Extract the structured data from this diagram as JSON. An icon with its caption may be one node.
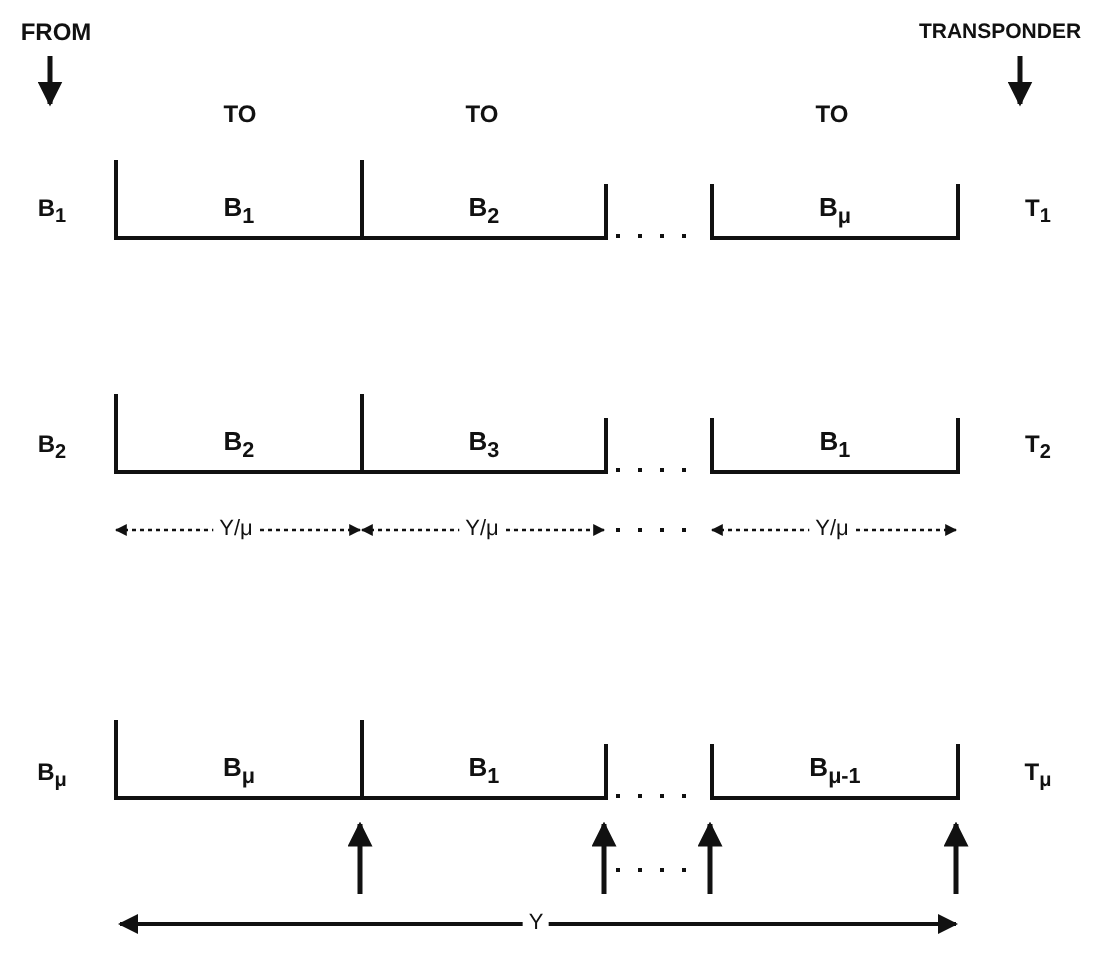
{
  "diagram": {
    "nodes": [
      {
        "text": [
          "B$_{1}$"
        ]
      },
      {
        "text": [
          "B$_{2}$"
        ]
      },
      {
        "text": [
          "B$_{μ}$"
        ]
      },
      {
        "text": [
          "B$_{2}$"
        ]
      },
      {
        "text": [
          "B$_{3}$"
        ]
      },
      {
        "text": [
          "B$_{1}$"
        ]
      },
      {
        "text": [
          "B$_{μ}$"
        ]
      },
      {
        "text": [
          "B$_{1}$"
        ]
      },
      {
        "text": [
          "B$_{μ-1}$"
        ]
      }
    ],
    "edges": [],
    "labels": [
      "FROM",
      "TRANSPONDER",
      "TO",
      "TO",
      "TO",
      "B$_{1}$",
      "T$_{1}$",
      "B$_{2}$",
      "T$_{2}$",
      "Y/μ",
      "Y/μ",
      "Y/μ",
      "B$_{μ}$",
      "T$_{μ}$",
      "Y"
    ]
  }
}
